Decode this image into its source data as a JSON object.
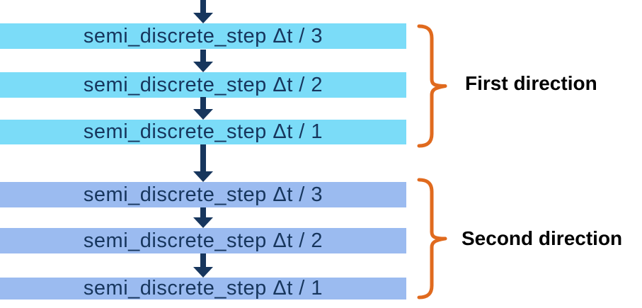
{
  "diagram": {
    "groups": [
      {
        "label": "First direction",
        "steps": [
          "semi_discrete_step Δt / 3",
          "semi_discrete_step Δt / 2",
          "semi_discrete_step Δt / 1"
        ]
      },
      {
        "label": "Second direction",
        "steps": [
          "semi_discrete_step Δt / 3",
          "semi_discrete_step Δt / 2",
          "semi_discrete_step Δt / 1"
        ]
      }
    ],
    "colors": {
      "background": "#FFFFFF",
      "first_group_fill": "#7BDCF8",
      "second_group_fill": "#9BBBF0",
      "arrow": "#17365D",
      "step_text": "#17365D",
      "brace": "#E06A1E",
      "label_text": "#000000"
    }
  }
}
